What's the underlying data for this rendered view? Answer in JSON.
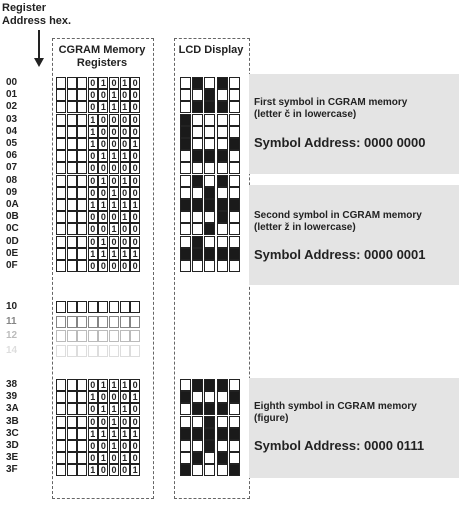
{
  "headers": {
    "register_address": "Register Address hex.",
    "cgram_memory": "CGRAM Memory Registers",
    "lcd_display": "LCD Display"
  },
  "rows": [
    {
      "addr": "00",
      "bits": "01010"
    },
    {
      "addr": "01",
      "bits": "00100"
    },
    {
      "addr": "02",
      "bits": "01110"
    },
    {
      "addr": "03",
      "bits": "10000"
    },
    {
      "addr": "04",
      "bits": "10000"
    },
    {
      "addr": "05",
      "bits": "10001"
    },
    {
      "addr": "06",
      "bits": "01110"
    },
    {
      "addr": "07",
      "bits": "00000"
    },
    {
      "addr": "08",
      "bits": "01010"
    },
    {
      "addr": "09",
      "bits": "00100"
    },
    {
      "addr": "0A",
      "bits": "11111"
    },
    {
      "addr": "0B",
      "bits": "00010"
    },
    {
      "addr": "0C",
      "bits": "00100"
    },
    {
      "addr": "0D",
      "bits": "01000"
    },
    {
      "addr": "0E",
      "bits": "11111"
    },
    {
      "addr": "0F",
      "bits": "00000"
    },
    {
      "addr": "10",
      "bits": "",
      "fade": 1
    },
    {
      "addr": "11",
      "bits": "",
      "fade": 0.55
    },
    {
      "addr": "12",
      "bits": "",
      "fade": 0.3
    },
    {
      "addr": "14",
      "bits": "",
      "fade": 0.15
    },
    {
      "addr": "38",
      "bits": "01110"
    },
    {
      "addr": "39",
      "bits": "10001"
    },
    {
      "addr": "3A",
      "bits": "01110"
    },
    {
      "addr": "3B",
      "bits": "00100"
    },
    {
      "addr": "3C",
      "bits": "11111"
    },
    {
      "addr": "3D",
      "bits": "00100"
    },
    {
      "addr": "3E",
      "bits": "01010"
    },
    {
      "addr": "3F",
      "bits": "10001"
    }
  ],
  "symbols": [
    {
      "desc_line1": "First symbol in  CGRAM memory",
      "desc_line2": "(letter č in lowercase)",
      "address": "Symbol Address: 0000 0000"
    },
    {
      "desc_line1": "Second symbol in  CGRAM memory",
      "desc_line2": "(letter ž in lowercase)",
      "address": "Symbol Address: 0000 0001"
    },
    {
      "desc_line1": "Eighth symbol in CGRAM memory",
      "desc_line2": "(figure)",
      "address": "Symbol Address: 0000 0111"
    }
  ]
}
